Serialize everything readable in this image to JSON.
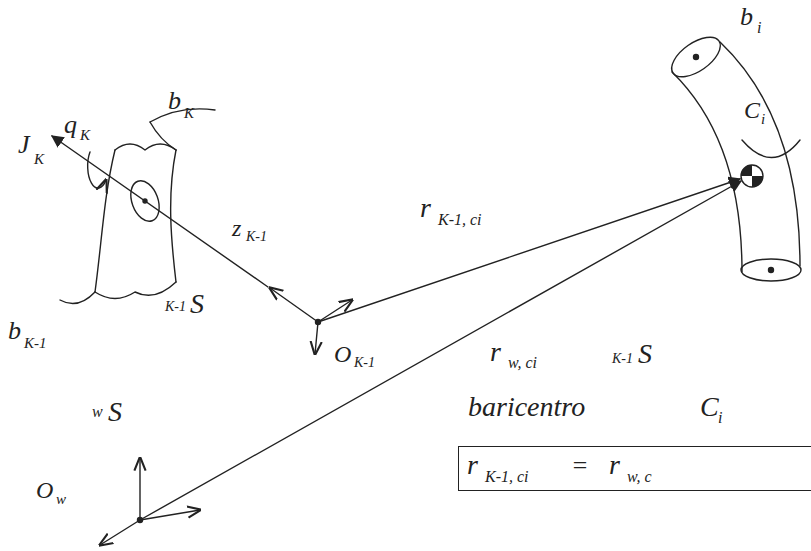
{
  "diagram": {
    "nodes": [
      {
        "text": [
          "r",
          "K-1, ci",
          "=",
          "r",
          "w, c"
        ]
      }
    ],
    "labels": [
      "J",
      "K",
      "q",
      "K",
      "b",
      "K",
      "b",
      "K-1",
      "z",
      "K-1",
      "K-1",
      "S",
      "O",
      "K-1",
      "r",
      "K-1, ci",
      "b",
      "i",
      "C",
      "i",
      "r",
      "w, ci",
      "K-1",
      "S",
      "w",
      "S",
      "O",
      "w",
      "baricentro",
      "C",
      "i"
    ]
  }
}
